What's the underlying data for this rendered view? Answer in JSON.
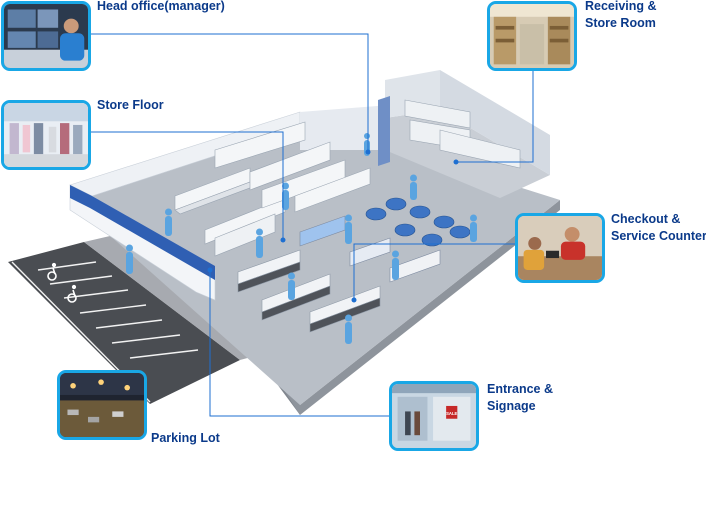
{
  "locations": {
    "head_office": "Head office(manager)",
    "store_floor": "Store Floor",
    "receiving_line1": "Receiving &",
    "receiving_line2": "Store Room",
    "checkout_line1": "Checkout  &",
    "checkout_line2": "Service Counter",
    "entrance_line1": "Entrance &",
    "entrance_line2": "Signage",
    "parking_lot": "Parking Lot"
  },
  "signage_text": "SALE",
  "colors": {
    "label": "#0b3a8a",
    "callout_line": "#1e6fd1",
    "thumb_border": "#19a7e6",
    "floor": "#b9bfc7",
    "wall": "#eef1f5",
    "wall_accent": "#2f5fb3",
    "fixture": "#e9ecef",
    "figure": "#5aa4e0",
    "asphalt": "#4a4d52",
    "sidewalk": "#a7aab0"
  },
  "icons": [
    "wheelchair-icon",
    "wheelchair-icon"
  ]
}
